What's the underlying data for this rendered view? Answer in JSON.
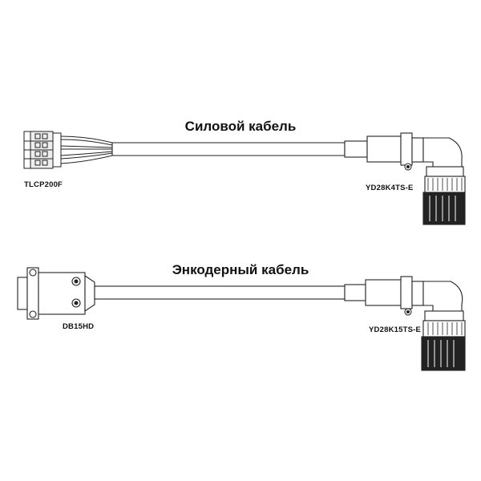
{
  "cables": [
    {
      "title": "Силовой кабель",
      "left_connector": "TLCP200F",
      "right_connector": "YD28K4TS-E"
    },
    {
      "title": "Энкодерный кабель",
      "left_connector": "DB15HD",
      "right_connector": "YD28K15TS-E"
    }
  ],
  "colors": {
    "line": "#222222",
    "background": "#ffffff"
  }
}
